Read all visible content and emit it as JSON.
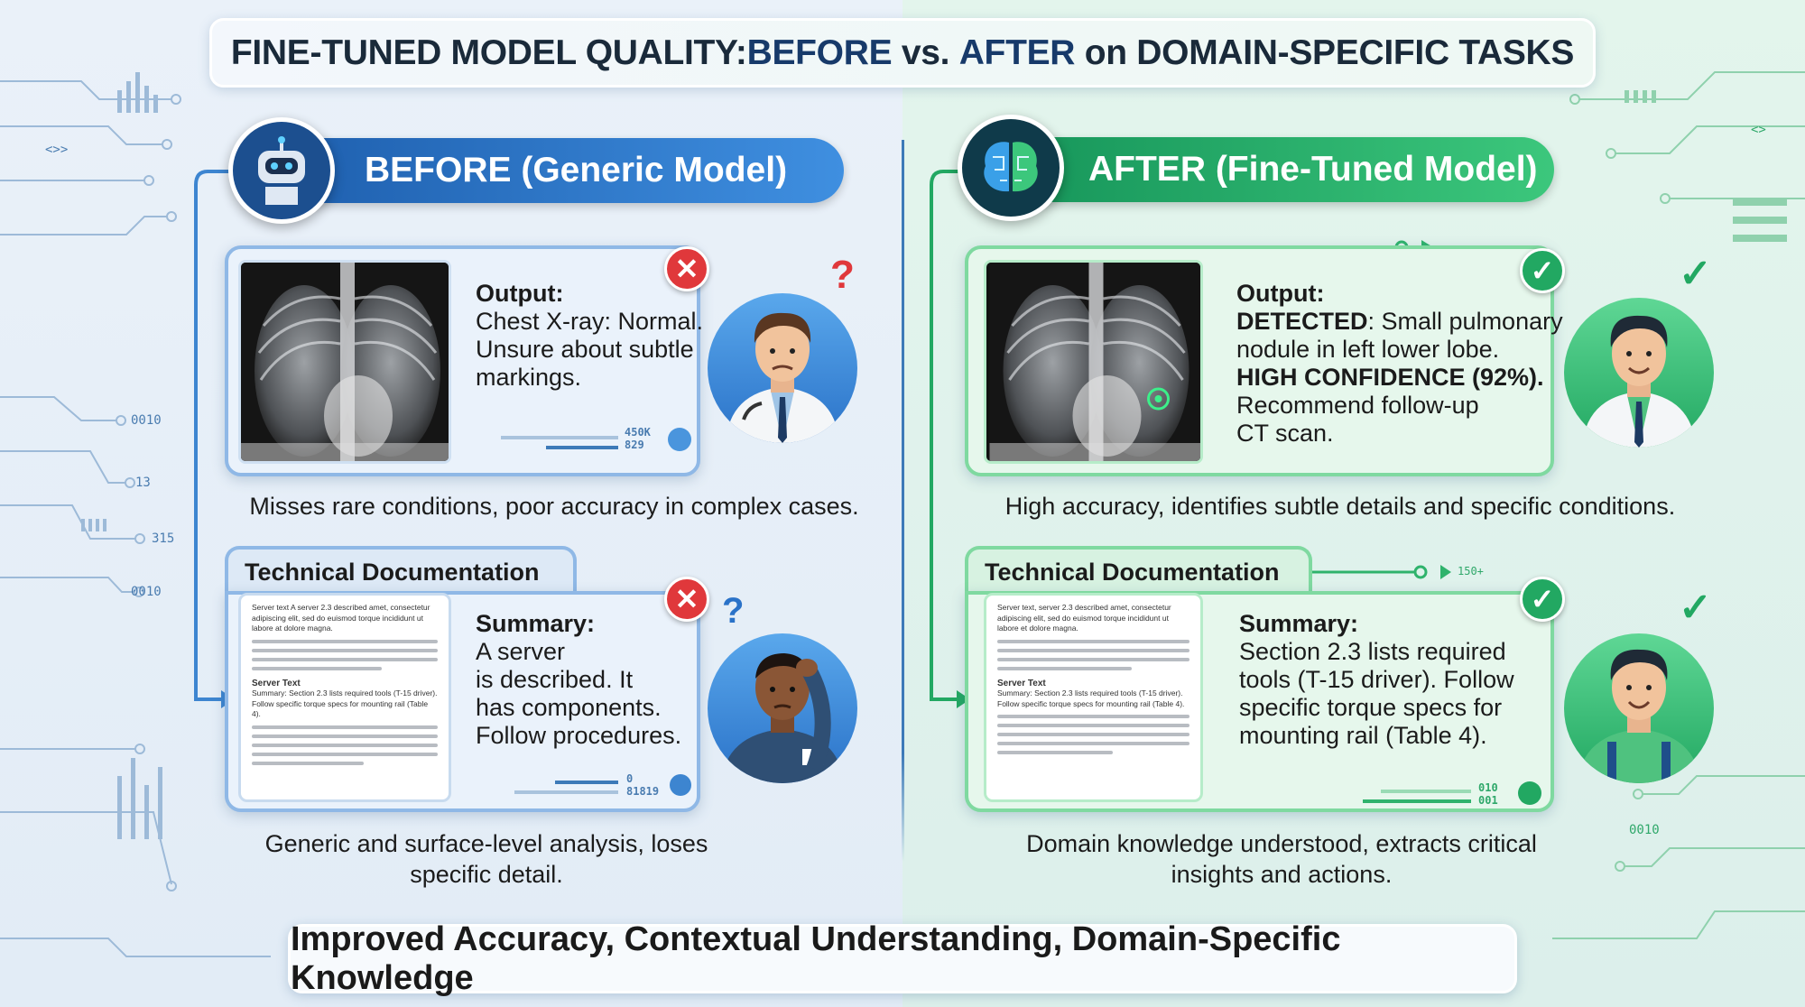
{
  "title": {
    "part1": "FINE-TUNED MODEL QUALITY: ",
    "before": "BEFORE",
    "vs": " vs. ",
    "after": "AFTER",
    "part2": " on DOMAIN-SPECIFIC TASKS"
  },
  "before": {
    "header": "BEFORE (Generic Model)",
    "output_card": {
      "label": "Output:",
      "lines": [
        "Chest X-ray: Normal.",
        "Unsure about subtle",
        "markings."
      ],
      "stats": [
        "450K",
        "829"
      ],
      "caption": "Misses rare conditions, poor accuracy in complex cases."
    },
    "doc_card": {
      "tab": "Technical Documentation",
      "doc_intro": "Server text A server 2.3 described amet, consectetur adipiscing elit, sed do euismod torque incididunt ut labore at dolore magna.",
      "doc_heading": "Server Text",
      "doc_summary": "Summary: Section 2.3 lists required tools (T-15 driver). Follow specific torque specs for mounting rail (Table 4).",
      "label": "Summary:",
      "lines": [
        "A server",
        "is described. It",
        "has components.",
        "Follow procedures."
      ],
      "stats": [
        "0",
        "81819"
      ],
      "caption_lines": [
        "Generic and surface-level analysis, loses",
        "specific detail."
      ]
    }
  },
  "after": {
    "header": "AFTER (Fine-Tuned Model)",
    "output_card": {
      "label": "Output:",
      "detected_label": "DETECTED",
      "detected_text": ": Small pulmonary",
      "line2": "nodule in left lower lobe.",
      "confidence": "HIGH CONFIDENCE (92%).",
      "line4": "Recommend follow-up",
      "line5": "CT scan.",
      "caption": "High accuracy, identifies subtle details and specific conditions."
    },
    "doc_card": {
      "tab": "Technical Documentation",
      "tab_stat": "150+",
      "doc_intro": "Server text, server 2.3 described amet, consectetur adipiscing elit, sed do euismod torque incididunt ut labore et dolore magna.",
      "doc_heading": "Server Text",
      "doc_summary": "Summary: Section 2.3 lists required tools (T-15 driver). Follow specific torque specs for mounting rail (Table 4).",
      "label": "Summary:",
      "lines": [
        "Section 2.3 lists required",
        "tools (T-15 driver). Follow",
        "specific torque specs for",
        "mounting rail (Table 4)."
      ],
      "stats": [
        "010",
        "001"
      ],
      "caption_lines": [
        "Domain knowledge understood, extracts critical",
        "insights and actions."
      ]
    }
  },
  "decor": {
    "left": [
      "0010",
      "13",
      "315",
      "0010"
    ],
    "right": [
      "0010",
      "<>"
    ],
    "left_code": "<>>"
  },
  "banner": "Improved Accuracy, Contextual Understanding, Domain-Specific Knowledge",
  "colors": {
    "before_accent": "#2a72c8",
    "after_accent": "#22a862",
    "error": "#e0383b",
    "success": "#22a862"
  }
}
